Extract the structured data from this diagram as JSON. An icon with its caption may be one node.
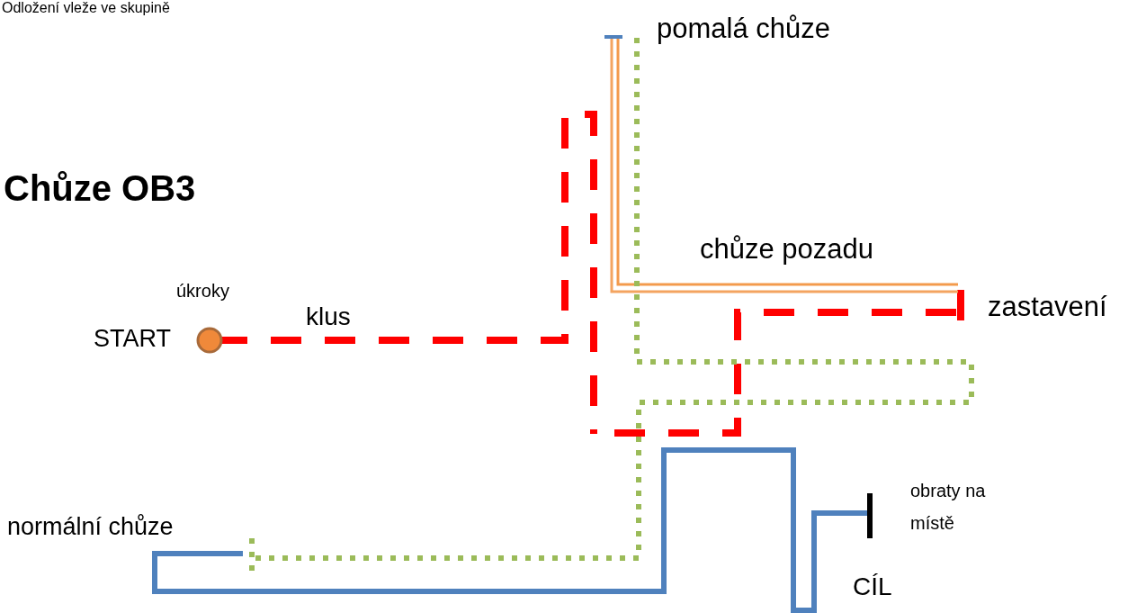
{
  "diagram": {
    "title": "Chůze OB3",
    "labels": [
      "Odložení vleže ve skupině",
      "pomalá chůze",
      "úkroky",
      "START",
      "klus",
      "chůze pozadu",
      "zastavení",
      "normální chůze",
      "obraty na místě",
      "CÍL"
    ]
  }
}
